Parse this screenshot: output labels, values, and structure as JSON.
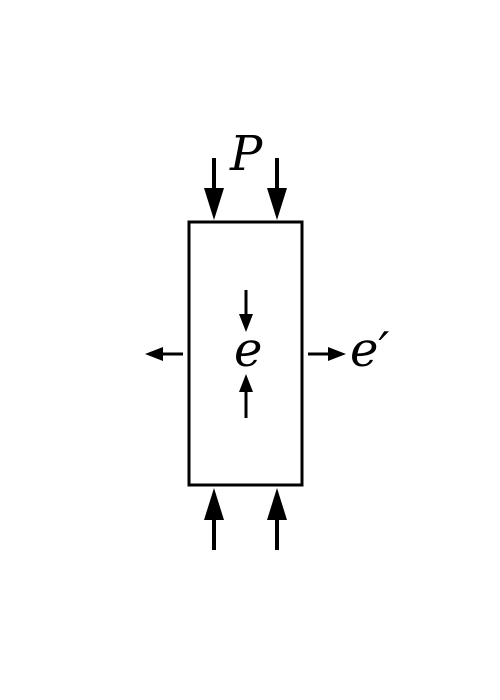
{
  "diagram": {
    "load_label": "P",
    "axial_strain_label": "e",
    "lateral_strain_label": "e′",
    "colors": {
      "stroke": "#000000",
      "background": "#ffffff"
    }
  }
}
